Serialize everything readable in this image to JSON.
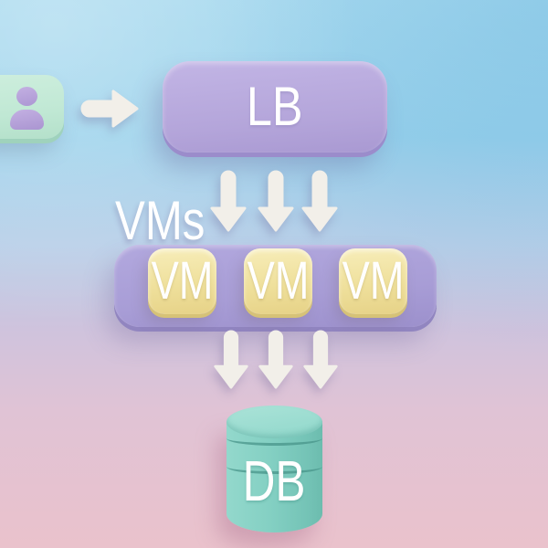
{
  "background": {
    "top_color": "#99d1eb",
    "middle_color": "#cfc3dd",
    "bottom_color": "#eac2cc"
  },
  "user_node": {
    "icon": "person-icon",
    "card_color": "#c0e8d4",
    "icon_color": "#b5a1d9"
  },
  "flow": {
    "right_arrow_icon": "arrow-right-icon",
    "down_arrow_icon": "arrow-down-icon",
    "arrow_color": "#f2efe9",
    "lb_to_vm_arrow_count": 3,
    "vm_to_db_arrow_count": 3
  },
  "lb_node": {
    "label": "LB",
    "color": "#b4a5da",
    "text_color": "#ffffff"
  },
  "vms_label": {
    "text": "VMs",
    "color": "#ffffff"
  },
  "vm_row": {
    "bar_color": "#a89dd6",
    "tile_color": "#efe09c",
    "text_color": "#ffffff",
    "items": [
      {
        "label": "VM"
      },
      {
        "label": "VM"
      },
      {
        "label": "VM"
      }
    ]
  },
  "db_node": {
    "label": "DB",
    "body_color": "#84d0c3",
    "top_color": "#98dbcf",
    "text_color": "#ffffff"
  }
}
